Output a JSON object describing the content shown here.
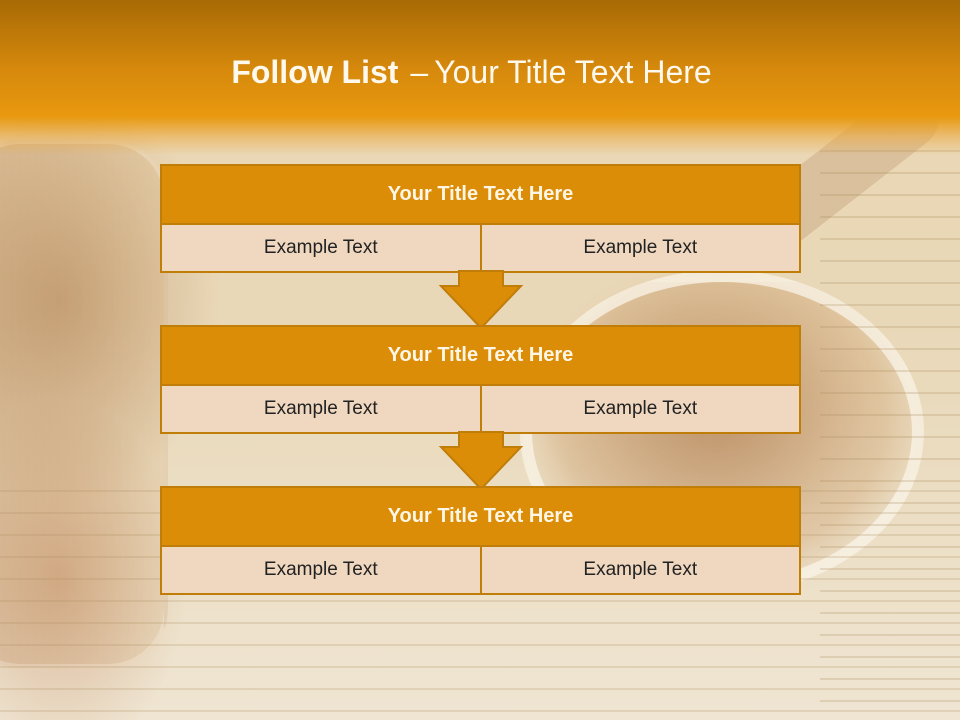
{
  "slide": {
    "title_bold": "Follow List",
    "title_separator": "–",
    "title_rest": "Your Title Text Here"
  },
  "boxes": [
    {
      "title": "Your Title Text Here",
      "left_text": "Example Text",
      "right_text": "Example Text"
    },
    {
      "title": "Your Title Text Here",
      "left_text": "Example Text",
      "right_text": "Example Text"
    },
    {
      "title": "Your Title Text Here",
      "left_text": "Example Text",
      "right_text": "Example Text"
    }
  ],
  "colors": {
    "header_orange": "#dc8d08",
    "cell_fill": "#f0d8c0",
    "border": "#c07d08",
    "title_text": "#fff8ec"
  },
  "icons": {
    "connector": "down-arrow-icon"
  }
}
